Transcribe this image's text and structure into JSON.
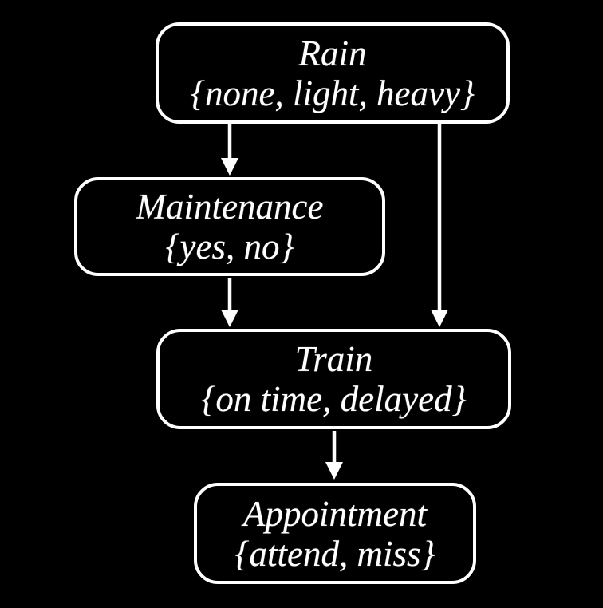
{
  "diagram": {
    "type": "bayesian-network",
    "background_color": "#000000",
    "node_border_color": "#ffffff",
    "text_color": "#ffffff",
    "arrow_color": "#ffffff",
    "nodes": {
      "rain": {
        "label": "Rain",
        "domain": "{none, light, heavy}"
      },
      "maintenance": {
        "label": "Maintenance",
        "domain": "{yes, no}"
      },
      "train": {
        "label": "Train",
        "domain": "{on time, delayed}"
      },
      "appointment": {
        "label": "Appointment",
        "domain": "{attend, miss}"
      }
    },
    "edges": [
      {
        "from": "Rain",
        "to": "Maintenance"
      },
      {
        "from": "Rain",
        "to": "Train"
      },
      {
        "from": "Maintenance",
        "to": "Train"
      },
      {
        "from": "Train",
        "to": "Appointment"
      }
    ]
  }
}
